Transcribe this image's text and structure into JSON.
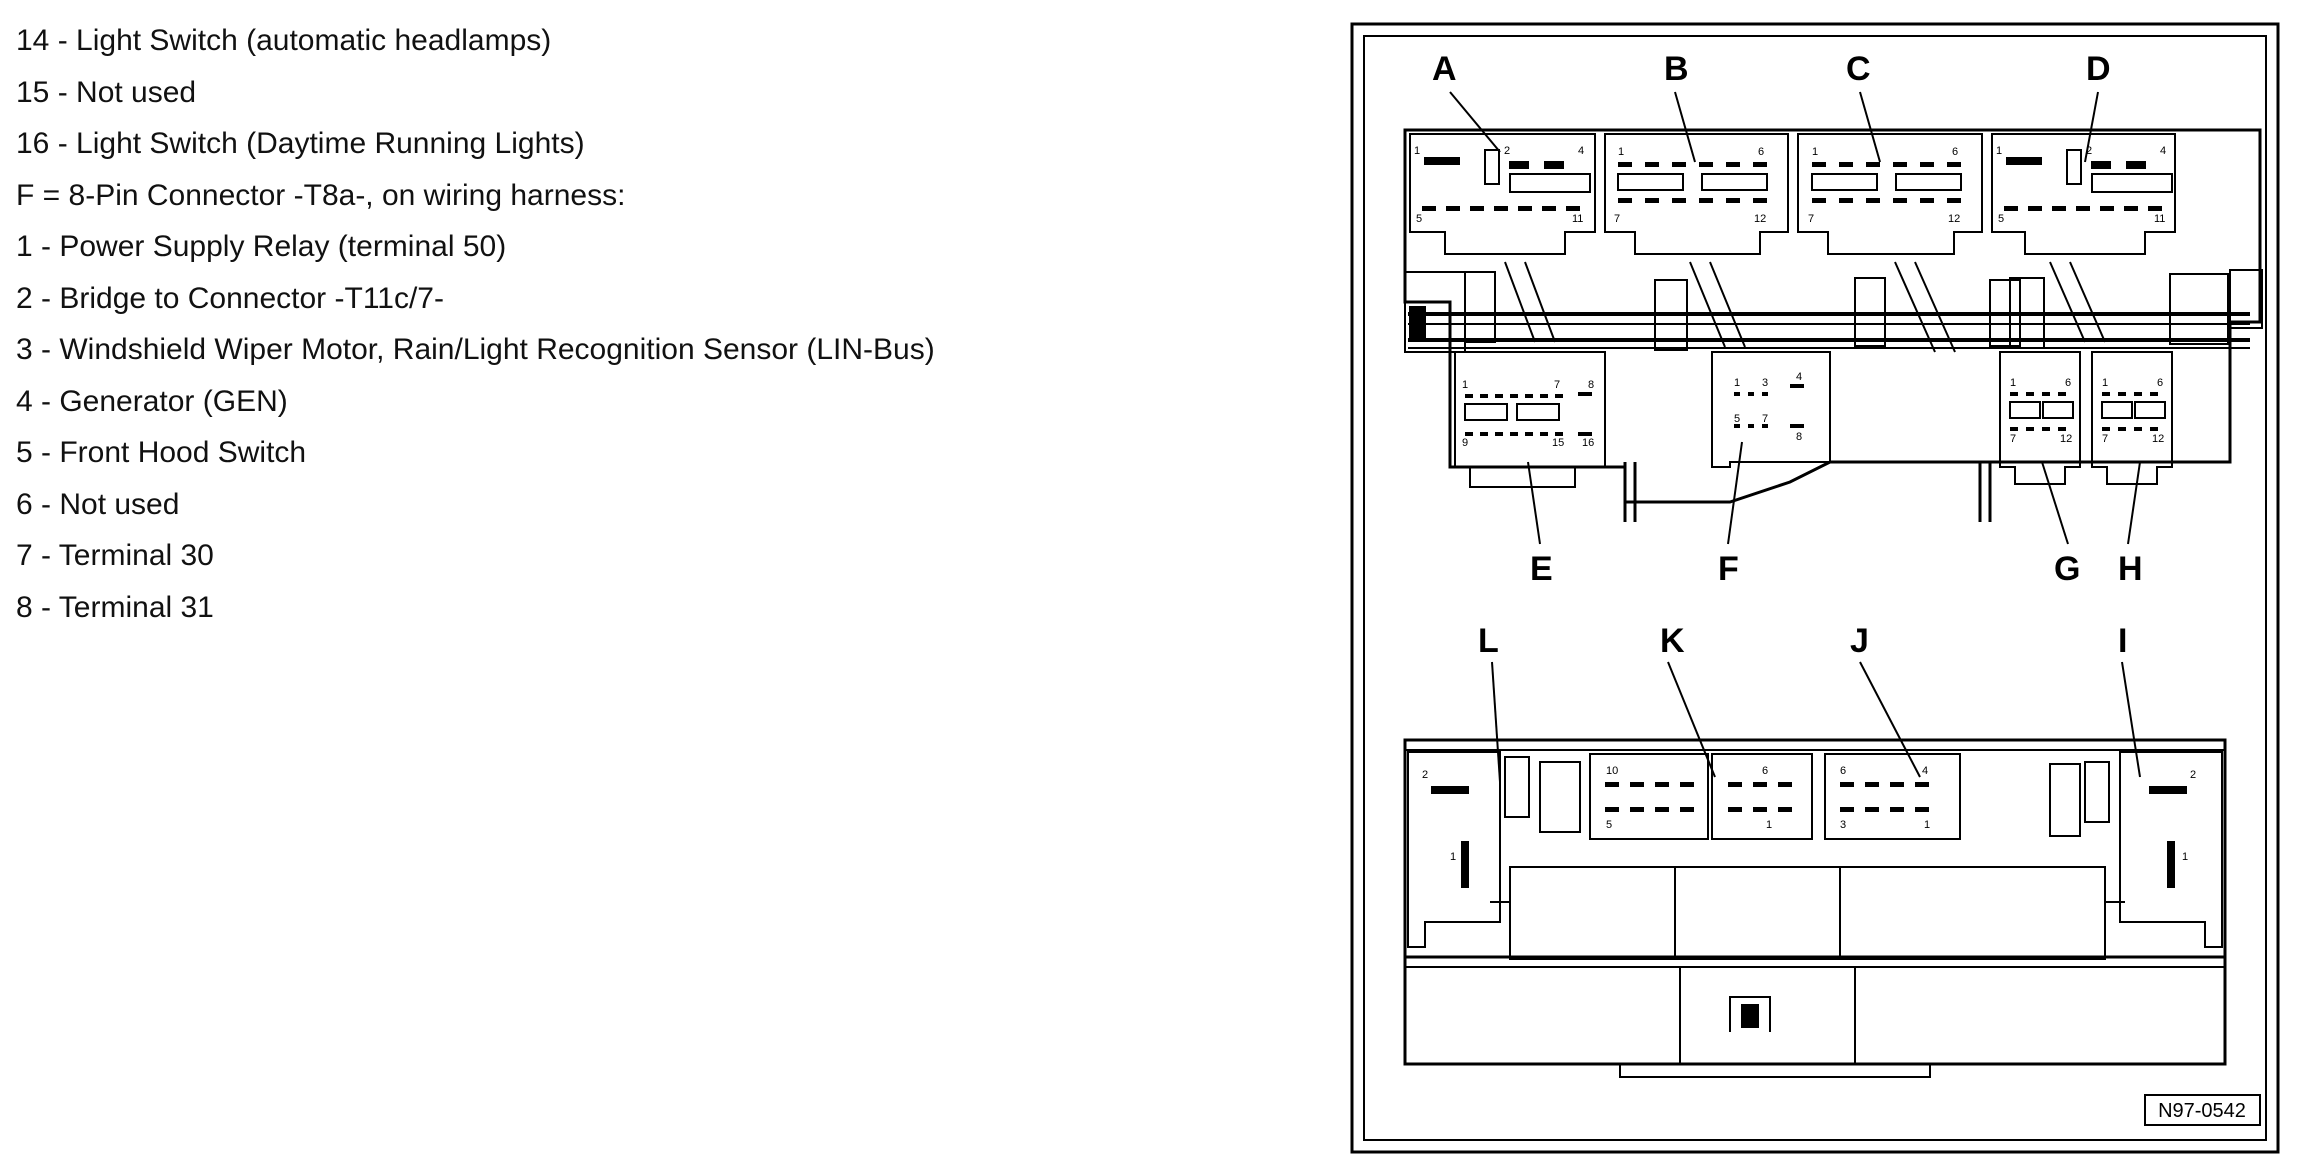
{
  "legend": {
    "lines": [
      "14 - Light Switch (automatic headlamps)",
      "15 - Not used",
      "16 - Light Switch (Daytime Running Lights)",
      "F = 8-Pin Connector -T8a-, on wiring harness:",
      "1 - Power Supply Relay (terminal 50)",
      "2 - Bridge to Connector -T11c/7-",
      "3 - Windshield Wiper Motor, Rain/Light Recognition Sensor (LIN-Bus)",
      "4 - Generator (GEN)",
      "5 - Front Hood Switch",
      "6 - Not used",
      "7 - Terminal 30",
      "8 - Terminal 31"
    ]
  },
  "diagram": {
    "connector_labels": {
      "A": "A",
      "B": "B",
      "C": "C",
      "D": "D",
      "E": "E",
      "F": "F",
      "G": "G",
      "H": "H",
      "I": "I",
      "J": "J",
      "K": "K",
      "L": "L"
    },
    "pin_numbers": {
      "a1": "1",
      "a2": "2",
      "a4": "4",
      "a5": "5",
      "a11": "11",
      "b1": "1",
      "b6": "6",
      "b7": "7",
      "b12": "12",
      "c1": "1",
      "c6": "6",
      "c7": "7",
      "c12": "12",
      "d1": "1",
      "d2": "2",
      "d4": "4",
      "d5": "5",
      "d11": "11",
      "e1": "1",
      "e7": "7",
      "e8": "8",
      "e9": "9",
      "e15": "15",
      "e16": "16",
      "f1": "1",
      "f3": "3",
      "f4": "4",
      "f5": "5",
      "f7": "7",
      "f8": "8",
      "g1": "1",
      "g6": "6",
      "g7": "7",
      "g12": "12",
      "h1": "1",
      "h6": "6",
      "h7": "7",
      "h12": "12",
      "l2": "2",
      "l1": "1",
      "k10": "10",
      "k6": "6",
      "k5": "5",
      "k1": "1",
      "j6": "6",
      "j4": "4",
      "j3": "3",
      "j1": "1",
      "i2": "2",
      "i1": "1"
    },
    "figure_code": "N97-0542"
  }
}
